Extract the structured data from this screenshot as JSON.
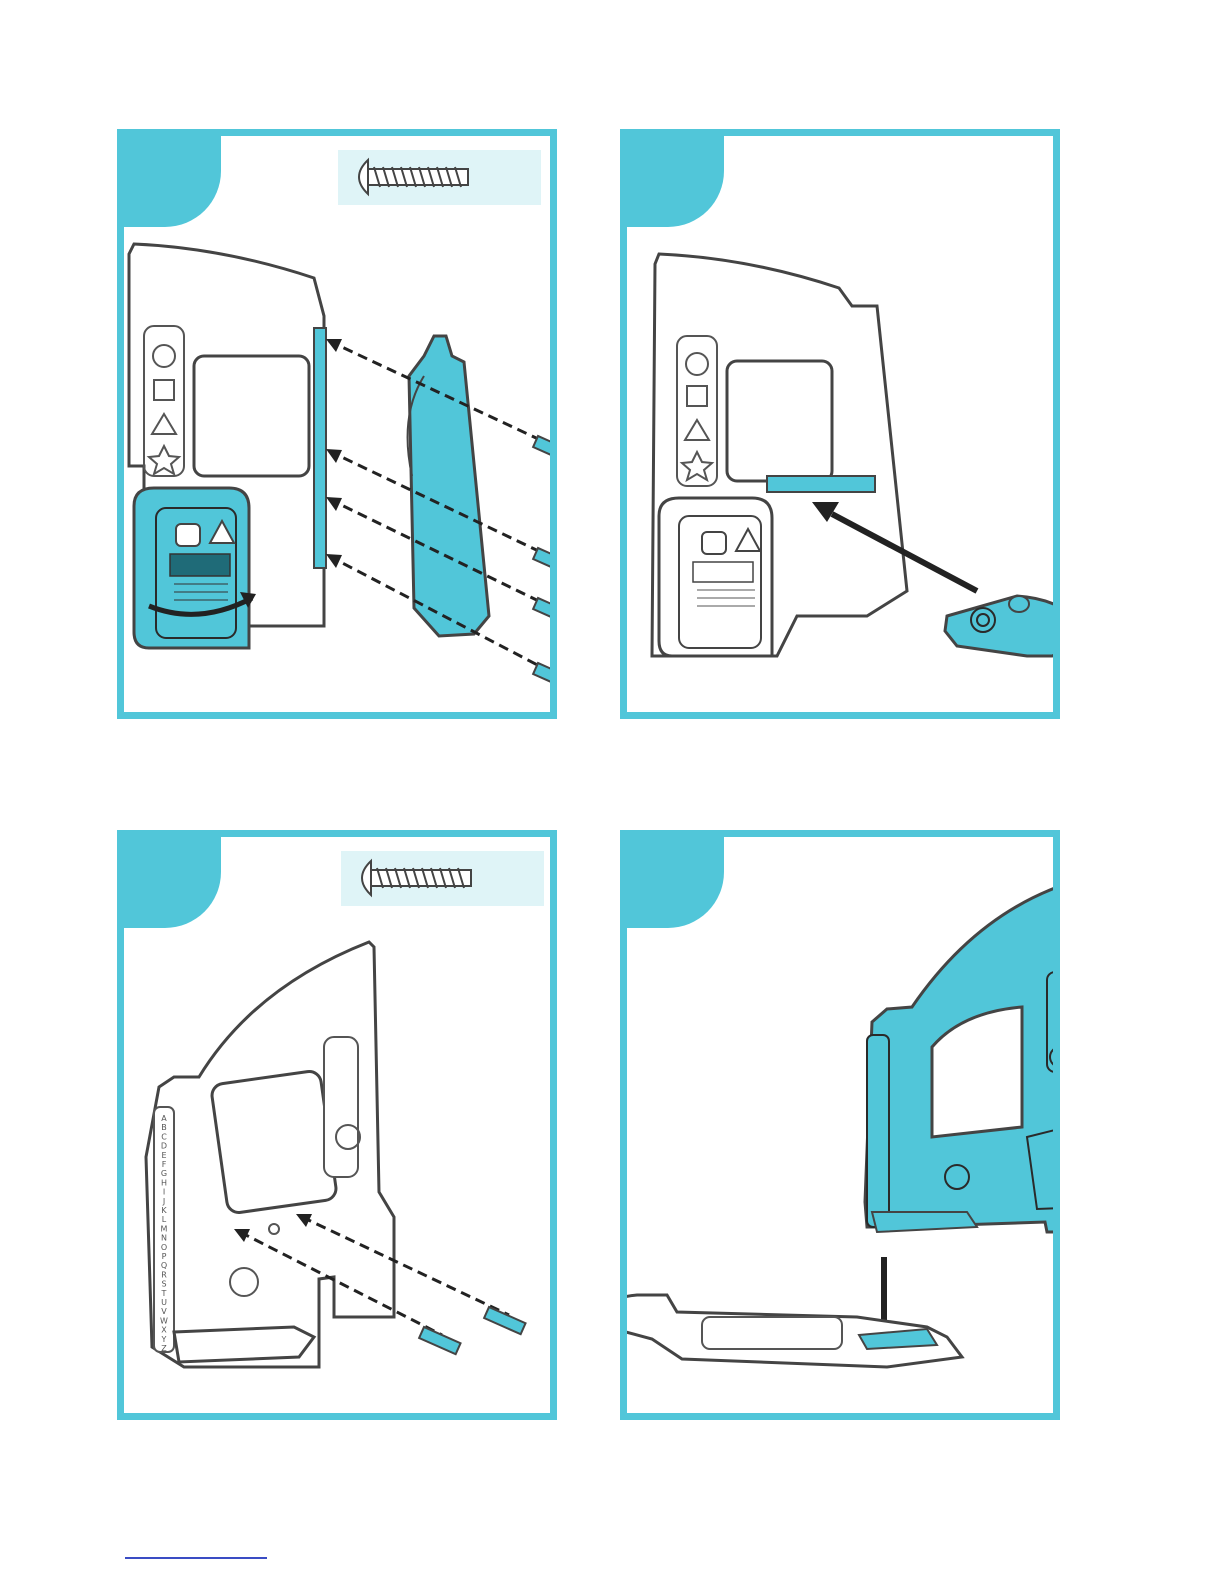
{
  "colors": {
    "accent": "#51c6d9",
    "accent_dark": "#2aa3b4",
    "outline": "#444444",
    "screw_box": "#dff4f7"
  },
  "panels": [
    {
      "name": "step-1",
      "parts": [
        "frame",
        "side-panel",
        "screws-4"
      ]
    },
    {
      "name": "step-2",
      "parts": [
        "frame",
        "spiral-base"
      ]
    },
    {
      "name": "step-3",
      "parts": [
        "frame",
        "screws-2"
      ]
    },
    {
      "name": "step-4",
      "parts": [
        "assembled-house",
        "base-rail"
      ]
    }
  ],
  "alphabet_strip": {
    "group1": [
      "A",
      "B",
      "C",
      "D",
      "E",
      "F",
      "G",
      "H",
      "I",
      "J",
      "K"
    ],
    "group2": [
      "L",
      "M",
      "N",
      "O",
      "P",
      "Q",
      "R",
      "S",
      "T"
    ],
    "group3": [
      "U",
      "V",
      "W",
      "X",
      "Y",
      "Z"
    ]
  },
  "icons": [
    "screw-icon",
    "arrow-icon",
    "shape-sorter-icon"
  ]
}
